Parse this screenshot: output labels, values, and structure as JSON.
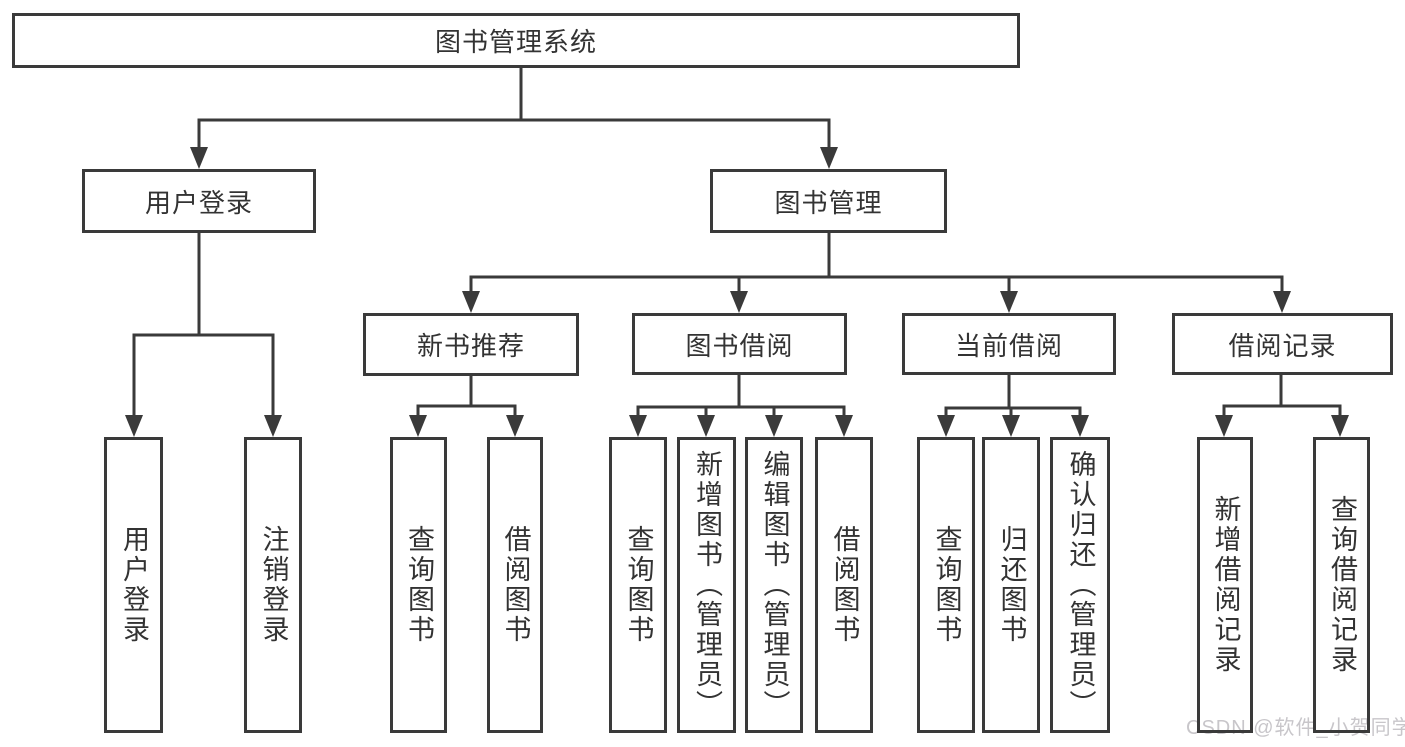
{
  "tree": {
    "label": "图书管理系统",
    "children": [
      {
        "label": "用户登录",
        "children": [
          {
            "label": "用户登录"
          },
          {
            "label": "注销登录"
          }
        ]
      },
      {
        "label": "图书管理",
        "children": [
          {
            "label": "新书推荐",
            "children": [
              {
                "label": "查询图书"
              },
              {
                "label": "借阅图书"
              }
            ]
          },
          {
            "label": "图书借阅",
            "children": [
              {
                "label": "查询图书"
              },
              {
                "label": "新增图书（管理员）"
              },
              {
                "label": "编辑图书（管理员）"
              },
              {
                "label": "借阅图书"
              }
            ]
          },
          {
            "label": "当前借阅",
            "children": [
              {
                "label": "查询图书"
              },
              {
                "label": "归还图书"
              },
              {
                "label": "确认归还（管理员）"
              }
            ]
          },
          {
            "label": "借阅记录",
            "children": [
              {
                "label": "新增借阅记录"
              },
              {
                "label": "查询借阅记录"
              }
            ]
          }
        ]
      }
    ]
  },
  "watermark": "CSDN @软件_小贺同学",
  "colors": {
    "line": "#3a3a3a",
    "text": "#333333",
    "watermark": "#c8c6ca",
    "background": "#ffffff"
  }
}
